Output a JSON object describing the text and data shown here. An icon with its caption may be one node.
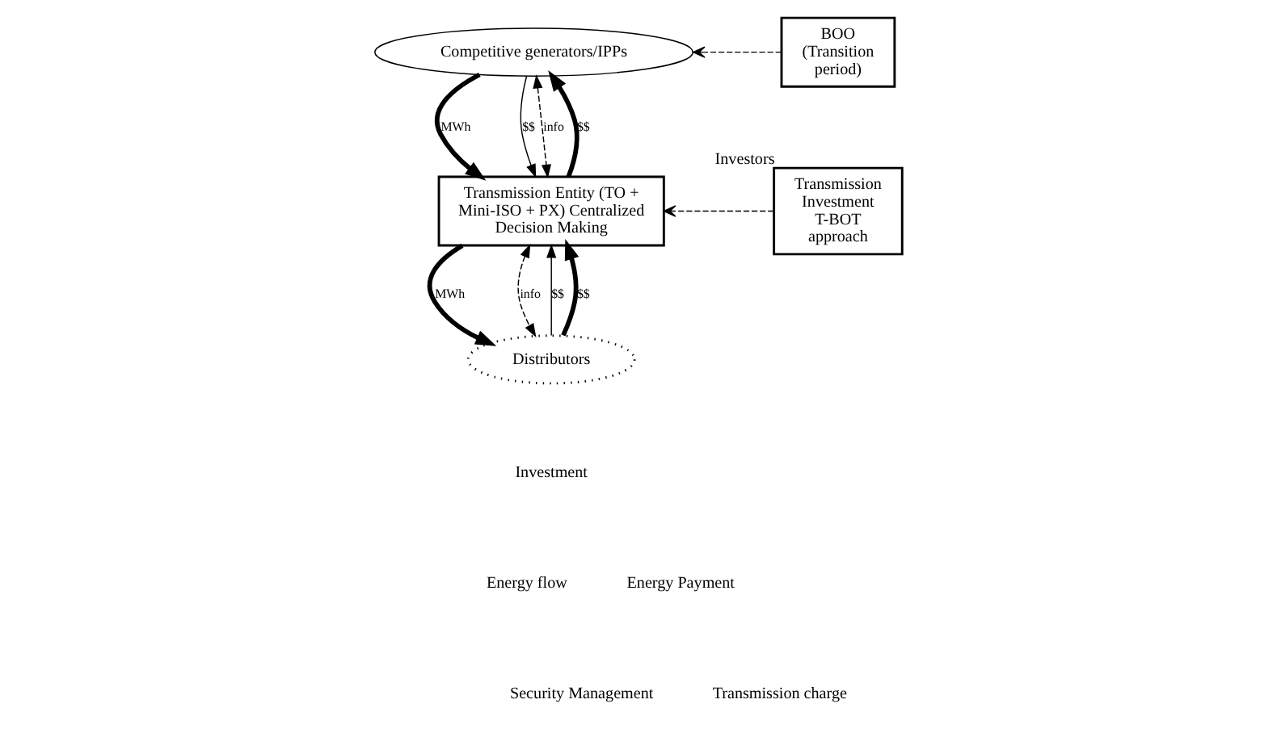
{
  "diagram": {
    "nodes": [
      {
        "text": [
          "Competitive generators/IPPs"
        ]
      },
      {
        "text": [
          "Transmission Entity (TO + Mini-ISO + PX) Centralized Decision Making"
        ]
      },
      {
        "text": [
          "Distributors"
        ]
      },
      {
        "text": [
          "BOO (Transition period)"
        ]
      },
      {
        "text": [
          "Transmission Investment T-BOT approach"
        ],
        "beside": [
          "Investors"
        ]
      }
    ],
    "edges": [
      {
        "from": 0,
        "to": 1,
        "arrow": "to",
        "label": "MWh",
        "style": "thick"
      },
      {
        "from": 0,
        "to": 1,
        "arrow": "to",
        "label": "$$"
      },
      {
        "from": 0,
        "to": 1,
        "arrow": "both",
        "label": "info",
        "style": "dashed"
      },
      {
        "from": 1,
        "to": 0,
        "arrow": "to",
        "label": "$$",
        "style": "thick"
      },
      {
        "from": 1,
        "to": 2,
        "arrow": "to",
        "label": "MWh",
        "style": "thick"
      },
      {
        "from": 2,
        "to": 1,
        "arrow": "to",
        "label": "$$"
      },
      {
        "from": 1,
        "to": 2,
        "arrow": "both",
        "label": "info",
        "style": "dashed"
      },
      {
        "from": 2,
        "to": 1,
        "arrow": "to",
        "label": "$$",
        "style": "thick"
      },
      {
        "from": 3,
        "to": 0,
        "arrow": "to",
        "style": "dashed"
      },
      {
        "from": 4,
        "to": 1,
        "arrow": "to",
        "style": "dashed"
      }
    ],
    "legend": [
      {
        "text": "Investment"
      },
      {
        "text": "Energy flow"
      },
      {
        "text": "Energy Payment"
      },
      {
        "text": "Security Management"
      },
      {
        "text": "Transmission charge"
      }
    ]
  }
}
